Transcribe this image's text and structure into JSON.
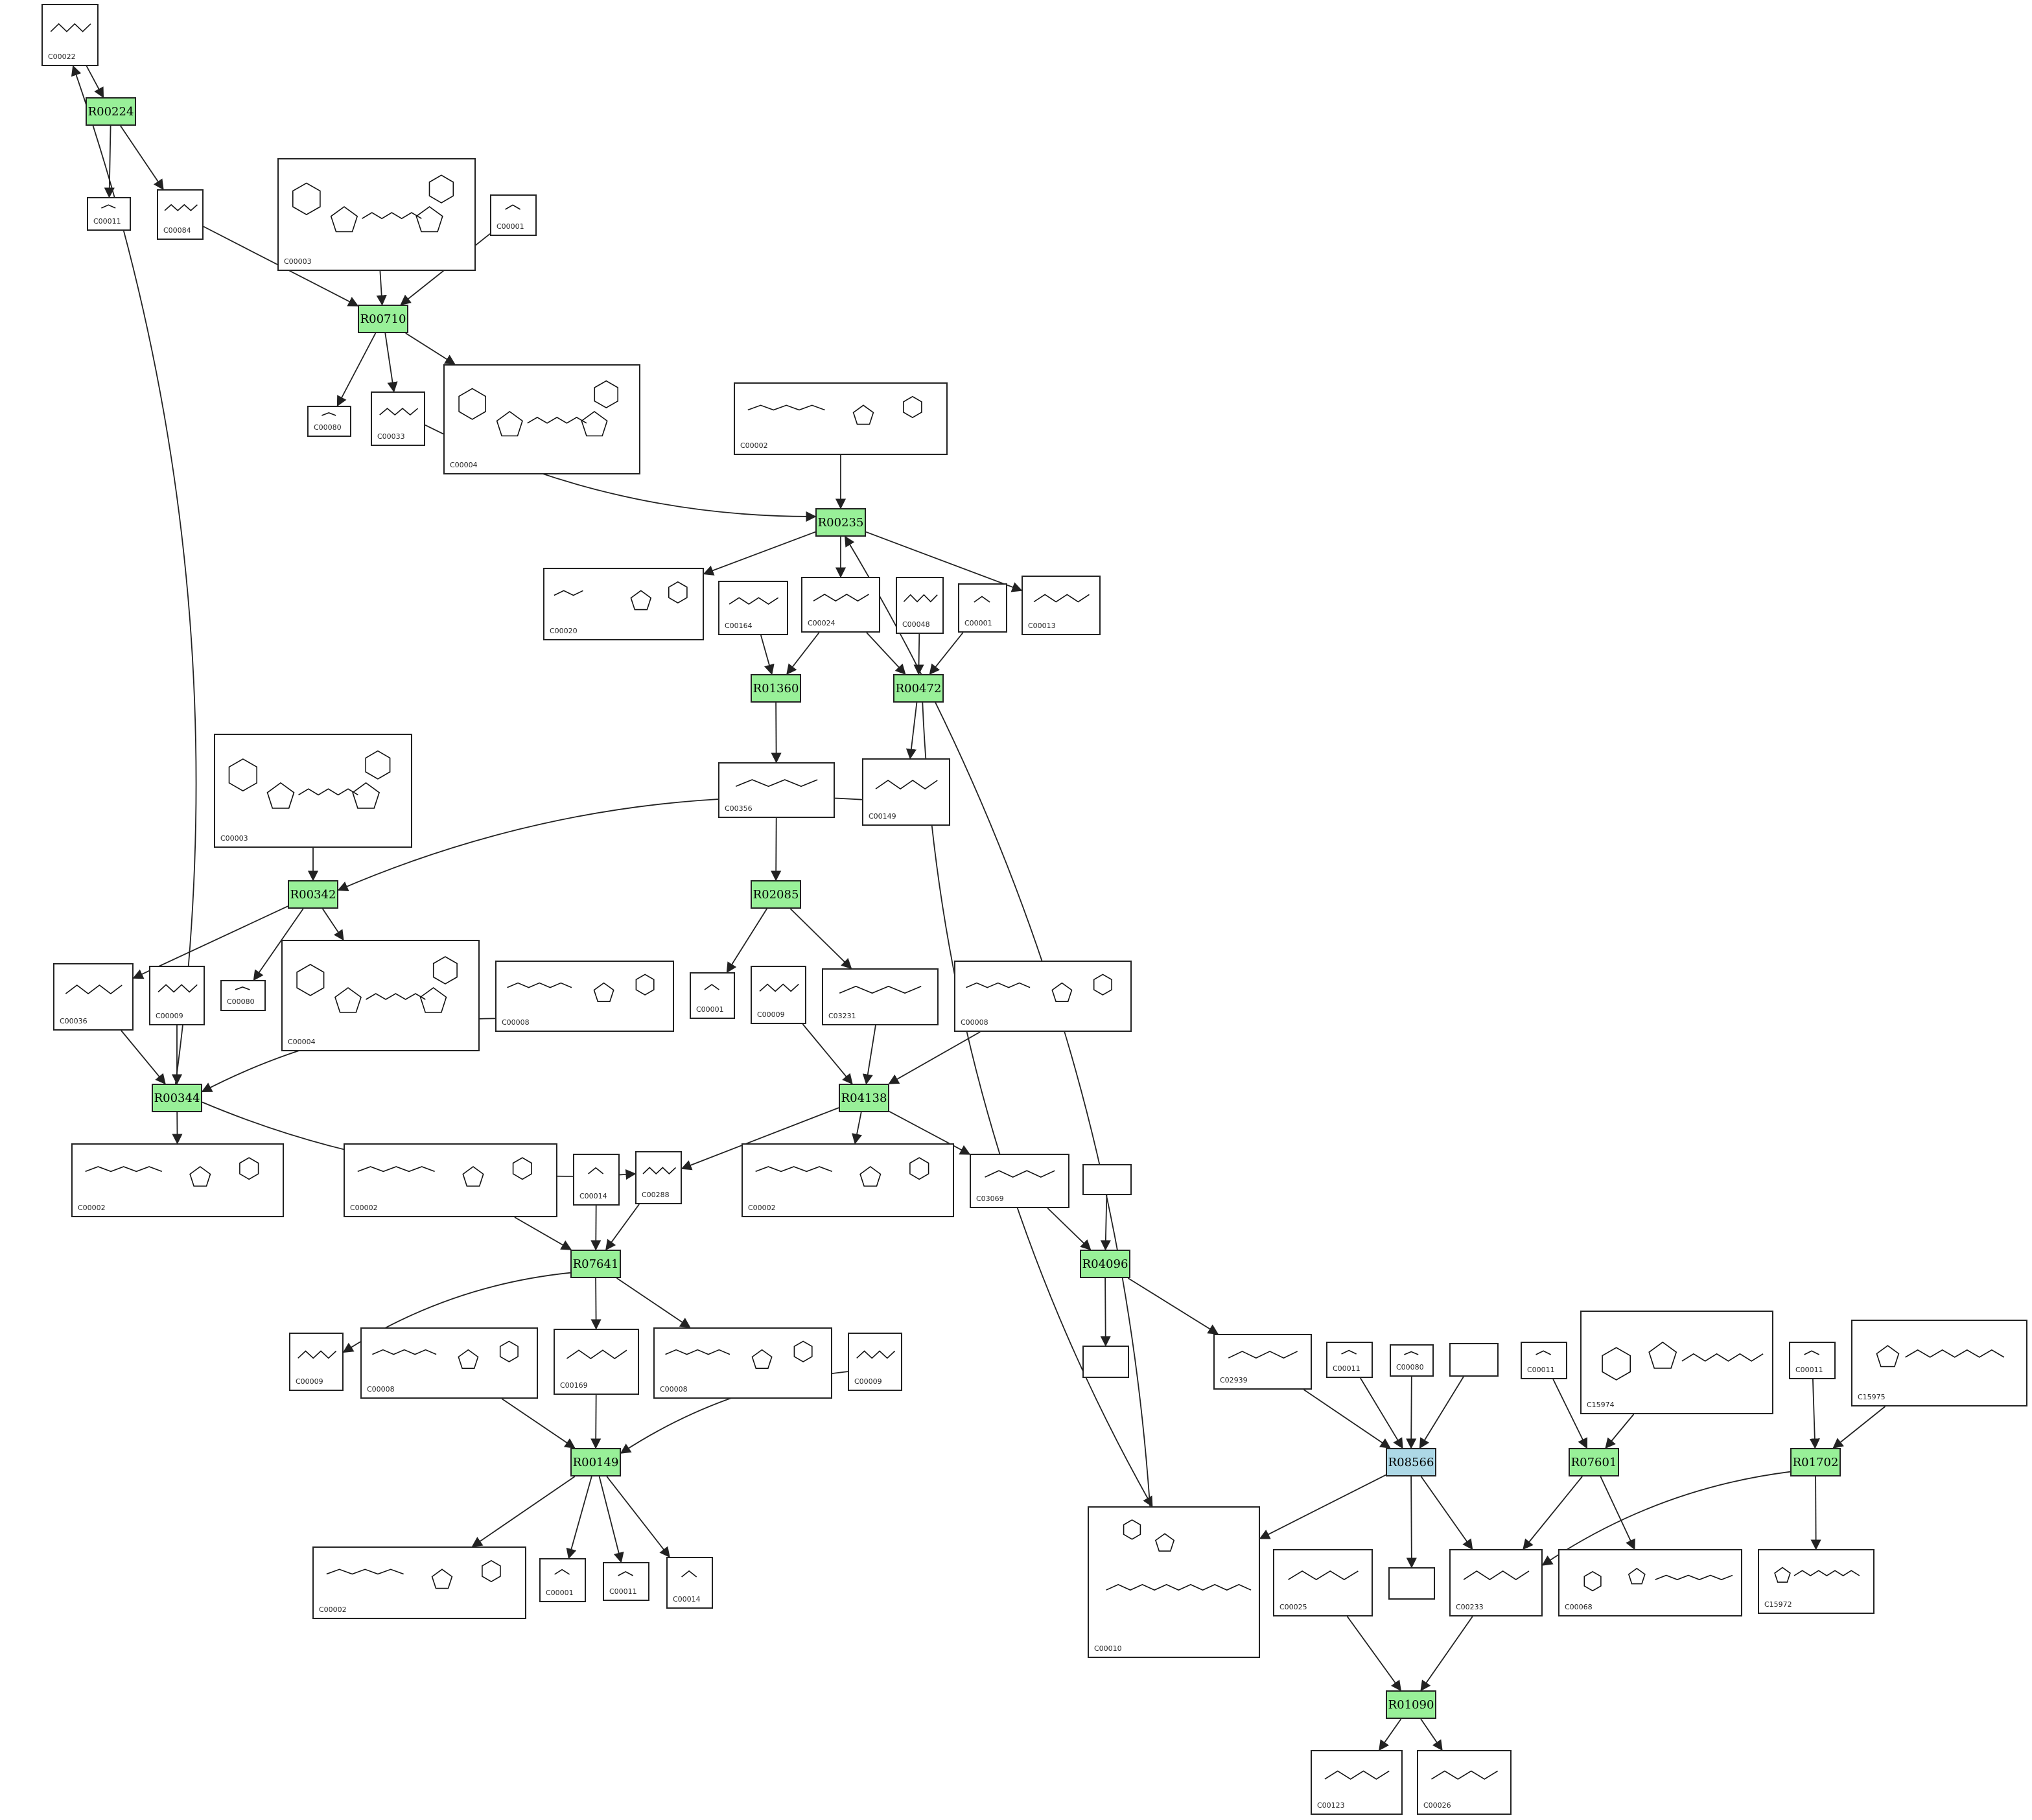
{
  "colors": {
    "reaction_fill": "#98f098",
    "reaction_focus_fill": "#add8e6",
    "border": "#222222",
    "edge": "#222222",
    "background": "#ffffff"
  },
  "reactions": [
    {
      "id": "R00224",
      "label": "R00224",
      "focus": false
    },
    {
      "id": "R00710",
      "label": "R00710",
      "focus": false
    },
    {
      "id": "R00235",
      "label": "R00235",
      "focus": false
    },
    {
      "id": "R01360",
      "label": "R01360",
      "focus": false
    },
    {
      "id": "R00472",
      "label": "R00472",
      "focus": false
    },
    {
      "id": "R00342",
      "label": "R00342",
      "focus": false
    },
    {
      "id": "R02085",
      "label": "R02085",
      "focus": false
    },
    {
      "id": "R00344",
      "label": "R00344",
      "focus": false
    },
    {
      "id": "R04138",
      "label": "R04138",
      "focus": false
    },
    {
      "id": "R07641",
      "label": "R07641",
      "focus": false
    },
    {
      "id": "R04096",
      "label": "R04096",
      "focus": false
    },
    {
      "id": "R00149",
      "label": "R00149",
      "focus": false
    },
    {
      "id": "R08566",
      "label": "R08566",
      "focus": true
    },
    {
      "id": "R07601",
      "label": "R07601",
      "focus": false
    },
    {
      "id": "R01702",
      "label": "R01702",
      "focus": false
    },
    {
      "id": "R01090",
      "label": "R01090",
      "focus": false
    }
  ],
  "compounds": [
    {
      "key": "c22",
      "label": "C00022"
    },
    {
      "key": "c11a",
      "label": "C00011"
    },
    {
      "key": "c84",
      "label": "C00084"
    },
    {
      "key": "c3a",
      "label": "C00003"
    },
    {
      "key": "c1a",
      "label": "C00001"
    },
    {
      "key": "c80a",
      "label": "C00080"
    },
    {
      "key": "c33",
      "label": "C00033"
    },
    {
      "key": "c4a",
      "label": "C00004"
    },
    {
      "key": "c2a",
      "label": "C00002"
    },
    {
      "key": "c20",
      "label": "C00020"
    },
    {
      "key": "c164",
      "label": "C00164"
    },
    {
      "key": "c24",
      "label": "C00024"
    },
    {
      "key": "c48",
      "label": "C00048"
    },
    {
      "key": "c1b",
      "label": "C00001"
    },
    {
      "key": "c13",
      "label": "C00013"
    },
    {
      "key": "c356",
      "label": "C00356"
    },
    {
      "key": "c149",
      "label": "C00149"
    },
    {
      "key": "c3b",
      "label": "C00003"
    },
    {
      "key": "c36",
      "label": "C00036"
    },
    {
      "key": "c9a",
      "label": "C00009"
    },
    {
      "key": "c80b",
      "label": "C00080"
    },
    {
      "key": "c4b",
      "label": "C00004"
    },
    {
      "key": "c8a",
      "label": "C00008"
    },
    {
      "key": "c1c",
      "label": "C00001"
    },
    {
      "key": "c9b",
      "label": "C00009"
    },
    {
      "key": "c3231",
      "label": "C03231"
    },
    {
      "key": "c8b",
      "label": "C00008"
    },
    {
      "key": "c2b",
      "label": "C00002"
    },
    {
      "key": "c2c",
      "label": "C00002"
    },
    {
      "key": "c14a",
      "label": "C00014"
    },
    {
      "key": "c288",
      "label": "C00288"
    },
    {
      "key": "c2d",
      "label": "C00002"
    },
    {
      "key": "c3069",
      "label": "C03069"
    },
    {
      "key": "blank1",
      "label": ""
    },
    {
      "key": "c9c",
      "label": "C00009"
    },
    {
      "key": "c8c",
      "label": "C00008"
    },
    {
      "key": "c169",
      "label": "C00169"
    },
    {
      "key": "c8d",
      "label": "C00008"
    },
    {
      "key": "c9d",
      "label": "C00009"
    },
    {
      "key": "blank2",
      "label": ""
    },
    {
      "key": "c2939",
      "label": "C02939"
    },
    {
      "key": "c11b",
      "label": "C00011"
    },
    {
      "key": "c80c",
      "label": "C00080"
    },
    {
      "key": "blank3",
      "label": ""
    },
    {
      "key": "c11c",
      "label": "C00011"
    },
    {
      "key": "c15974",
      "label": "C15974"
    },
    {
      "key": "c11d",
      "label": "C00011"
    },
    {
      "key": "c15975",
      "label": "C15975"
    },
    {
      "key": "c2e",
      "label": "C00002"
    },
    {
      "key": "c1d",
      "label": "C00001"
    },
    {
      "key": "c11e",
      "label": "C00011"
    },
    {
      "key": "c14b",
      "label": "C00014"
    },
    {
      "key": "c10",
      "label": "C00010"
    },
    {
      "key": "c25",
      "label": "C00025"
    },
    {
      "key": "blank4",
      "label": ""
    },
    {
      "key": "c233",
      "label": "C00233"
    },
    {
      "key": "c68",
      "label": "C00068"
    },
    {
      "key": "c15972",
      "label": "C15972"
    },
    {
      "key": "c123",
      "label": "C00123"
    },
    {
      "key": "c26",
      "label": "C00026"
    }
  ],
  "edges": [
    [
      "c22",
      "R00224"
    ],
    [
      "R00224",
      "c11a"
    ],
    [
      "R00224",
      "c84"
    ],
    [
      "c84",
      "R00710"
    ],
    [
      "c3a",
      "R00710"
    ],
    [
      "c1a",
      "R00710"
    ],
    [
      "R00710",
      "c80a"
    ],
    [
      "R00710",
      "c33"
    ],
    [
      "R00710",
      "c4a"
    ],
    [
      "c33",
      "R00235"
    ],
    [
      "c2a",
      "R00235"
    ],
    [
      "R00235",
      "c20"
    ],
    [
      "R00235",
      "c24"
    ],
    [
      "R00235",
      "c13"
    ],
    [
      "c164",
      "R01360"
    ],
    [
      "c24",
      "R01360"
    ],
    [
      "c24",
      "R00472"
    ],
    [
      "c48",
      "R00472"
    ],
    [
      "c1b",
      "R00472"
    ],
    [
      "R01360",
      "c356"
    ],
    [
      "R00472",
      "c149"
    ],
    [
      "R00472",
      "c10"
    ],
    [
      "c356",
      "R02085"
    ],
    [
      "c149",
      "R00342"
    ],
    [
      "c3b",
      "R00342"
    ],
    [
      "R00342",
      "c36"
    ],
    [
      "R00342",
      "c80b"
    ],
    [
      "R00342",
      "c4b"
    ],
    [
      "R02085",
      "c1c"
    ],
    [
      "R02085",
      "c3231"
    ],
    [
      "c36",
      "R00344"
    ],
    [
      "c9a",
      "R00344"
    ],
    [
      "c8a",
      "R00344"
    ],
    [
      "R00344",
      "c22"
    ],
    [
      "R00344",
      "c2b"
    ],
    [
      "R00344",
      "c288"
    ],
    [
      "c9b",
      "R04138"
    ],
    [
      "c3231",
      "R04138"
    ],
    [
      "c8b",
      "R04138"
    ],
    [
      "R04138",
      "c288"
    ],
    [
      "R04138",
      "c2d"
    ],
    [
      "R04138",
      "c3069"
    ],
    [
      "c2c",
      "R07641"
    ],
    [
      "c14a",
      "R07641"
    ],
    [
      "c288",
      "R07641"
    ],
    [
      "R07641",
      "c9c"
    ],
    [
      "R07641",
      "c169"
    ],
    [
      "R07641",
      "c8d"
    ],
    [
      "c3069",
      "R04096"
    ],
    [
      "blank1",
      "R04096"
    ],
    [
      "R04096",
      "blank2"
    ],
    [
      "R04096",
      "c2939"
    ],
    [
      "c8c",
      "R00149"
    ],
    [
      "c169",
      "R00149"
    ],
    [
      "c9d",
      "R00149"
    ],
    [
      "R00149",
      "c2e"
    ],
    [
      "R00149",
      "c1d"
    ],
    [
      "R00149",
      "c11e"
    ],
    [
      "R00149",
      "c14b"
    ],
    [
      "c2939",
      "R08566"
    ],
    [
      "c11b",
      "R08566"
    ],
    [
      "c80c",
      "R08566"
    ],
    [
      "blank3",
      "R08566"
    ],
    [
      "R08566",
      "c10"
    ],
    [
      "R08566",
      "blank4"
    ],
    [
      "R08566",
      "c233"
    ],
    [
      "c10",
      "R00235"
    ],
    [
      "c11c",
      "R07601"
    ],
    [
      "c15974",
      "R07601"
    ],
    [
      "R07601",
      "c233"
    ],
    [
      "R07601",
      "c68"
    ],
    [
      "c11d",
      "R01702"
    ],
    [
      "c15975",
      "R01702"
    ],
    [
      "R01702",
      "c233"
    ],
    [
      "R01702",
      "c15972"
    ],
    [
      "c25",
      "R01090"
    ],
    [
      "c233",
      "R01090"
    ],
    [
      "R01090",
      "c123"
    ],
    [
      "R01090",
      "c26"
    ]
  ]
}
